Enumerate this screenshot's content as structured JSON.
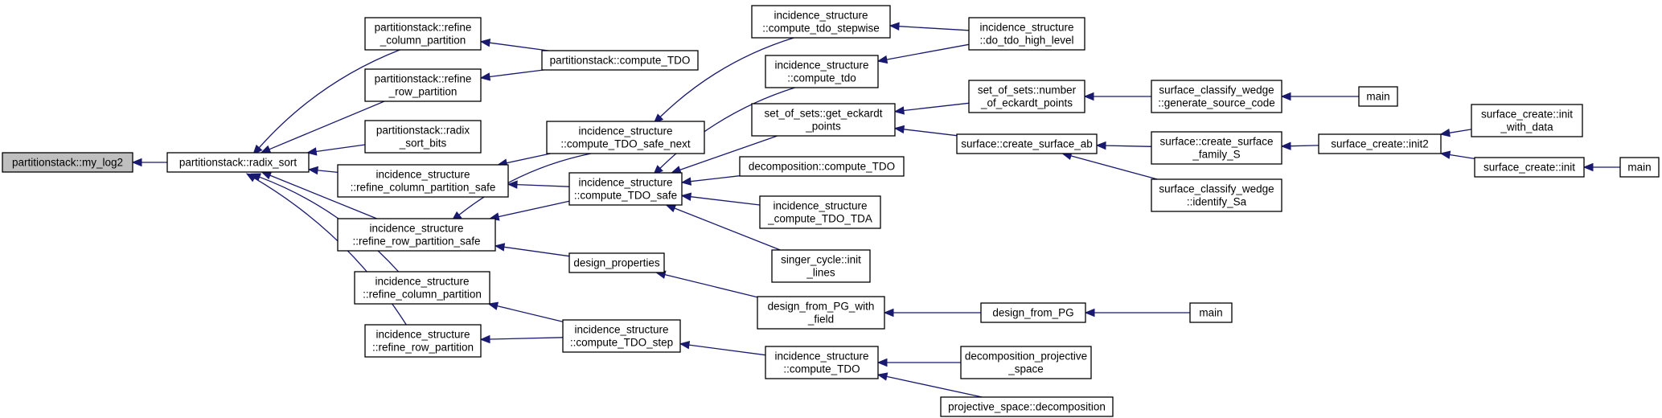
{
  "nodes": [
    {
      "id": "n0",
      "lines": [
        "partitionstack::my_log2"
      ],
      "root": true
    },
    {
      "id": "n1",
      "lines": [
        "partitionstack::radix_sort"
      ]
    },
    {
      "id": "n2",
      "lines": [
        "partitionstack::refine",
        "_column_partition"
      ]
    },
    {
      "id": "n3",
      "lines": [
        "partitionstack::refine",
        "_row_partition"
      ]
    },
    {
      "id": "n4",
      "lines": [
        "partitionstack::radix",
        "_sort_bits"
      ]
    },
    {
      "id": "n5",
      "lines": [
        "incidence_structure",
        "::refine_column_partition_safe"
      ]
    },
    {
      "id": "n6",
      "lines": [
        "incidence_structure",
        "::refine_row_partition_safe"
      ]
    },
    {
      "id": "n7",
      "lines": [
        "incidence_structure",
        "::refine_column_partition"
      ]
    },
    {
      "id": "n8",
      "lines": [
        "incidence_structure",
        "::refine_row_partition"
      ]
    },
    {
      "id": "n9",
      "lines": [
        "partitionstack::compute_TDO"
      ]
    },
    {
      "id": "n10",
      "lines": [
        "incidence_structure",
        "::compute_TDO_safe_next"
      ]
    },
    {
      "id": "n11",
      "lines": [
        "incidence_structure",
        "::compute_TDO_safe"
      ]
    },
    {
      "id": "n12",
      "lines": [
        "design_properties"
      ]
    },
    {
      "id": "n13",
      "lines": [
        "incidence_structure",
        "::compute_TDO_step"
      ]
    },
    {
      "id": "n14",
      "lines": [
        "incidence_structure",
        "::compute_tdo_stepwise"
      ]
    },
    {
      "id": "n15",
      "lines": [
        "incidence_structure",
        "::compute_tdo"
      ]
    },
    {
      "id": "n16",
      "lines": [
        "set_of_sets::get_eckardt",
        "_points"
      ]
    },
    {
      "id": "n17",
      "lines": [
        "decomposition::compute_TDO"
      ]
    },
    {
      "id": "n18",
      "lines": [
        "incidence_structure",
        "_compute_TDO_TDA"
      ]
    },
    {
      "id": "n19",
      "lines": [
        "singer_cycle::init",
        "_lines"
      ]
    },
    {
      "id": "n20",
      "lines": [
        "design_from_PG_with",
        "_field"
      ]
    },
    {
      "id": "n21",
      "lines": [
        "incidence_structure",
        "::compute_TDO"
      ]
    },
    {
      "id": "n22",
      "lines": [
        "incidence_structure",
        "::do_tdo_high_level"
      ]
    },
    {
      "id": "n23",
      "lines": [
        "set_of_sets::number",
        "_of_eckardt_points"
      ]
    },
    {
      "id": "n24",
      "lines": [
        "surface::create_surface_ab"
      ]
    },
    {
      "id": "n25",
      "lines": [
        "design_from_PG"
      ]
    },
    {
      "id": "n26",
      "lines": [
        "decomposition_projective",
        "_space"
      ]
    },
    {
      "id": "n27",
      "lines": [
        "projective_space::decomposition"
      ]
    },
    {
      "id": "n28",
      "lines": [
        "surface_classify_wedge",
        "::generate_source_code"
      ]
    },
    {
      "id": "n29",
      "lines": [
        "surface::create_surface",
        "_family_S"
      ]
    },
    {
      "id": "n30",
      "lines": [
        "surface_classify_wedge",
        "::identify_Sa"
      ]
    },
    {
      "id": "n31",
      "lines": [
        "main"
      ]
    },
    {
      "id": "n32",
      "lines": [
        "surface_create::init2"
      ]
    },
    {
      "id": "n33",
      "lines": [
        "main"
      ]
    },
    {
      "id": "n34",
      "lines": [
        "surface_create::init",
        "_with_data"
      ]
    },
    {
      "id": "n35",
      "lines": [
        "surface_create::init"
      ]
    },
    {
      "id": "n36",
      "lines": [
        "main"
      ]
    }
  ],
  "edges": [
    [
      "n1",
      "n0"
    ],
    [
      "n2",
      "n1"
    ],
    [
      "n3",
      "n1"
    ],
    [
      "n4",
      "n1"
    ],
    [
      "n5",
      "n1"
    ],
    [
      "n6",
      "n1"
    ],
    [
      "n7",
      "n1"
    ],
    [
      "n8",
      "n1"
    ],
    [
      "n9",
      "n2"
    ],
    [
      "n9",
      "n3"
    ],
    [
      "n10",
      "n5"
    ],
    [
      "n11",
      "n5"
    ],
    [
      "n10",
      "n6"
    ],
    [
      "n11",
      "n6"
    ],
    [
      "n12",
      "n6"
    ],
    [
      "n13",
      "n7"
    ],
    [
      "n13",
      "n8"
    ],
    [
      "n14",
      "n10"
    ],
    [
      "n15",
      "n11"
    ],
    [
      "n16",
      "n11"
    ],
    [
      "n17",
      "n11"
    ],
    [
      "n18",
      "n11"
    ],
    [
      "n19",
      "n11"
    ],
    [
      "n20",
      "n12"
    ],
    [
      "n21",
      "n13"
    ],
    [
      "n22",
      "n14"
    ],
    [
      "n22",
      "n15"
    ],
    [
      "n23",
      "n16"
    ],
    [
      "n24",
      "n16"
    ],
    [
      "n25",
      "n20"
    ],
    [
      "n26",
      "n21"
    ],
    [
      "n27",
      "n21"
    ],
    [
      "n28",
      "n23"
    ],
    [
      "n29",
      "n24"
    ],
    [
      "n30",
      "n24"
    ],
    [
      "n33",
      "n25"
    ],
    [
      "n31",
      "n28"
    ],
    [
      "n32",
      "n29"
    ],
    [
      "n34",
      "n32"
    ],
    [
      "n35",
      "n32"
    ],
    [
      "n36",
      "n35"
    ]
  ]
}
